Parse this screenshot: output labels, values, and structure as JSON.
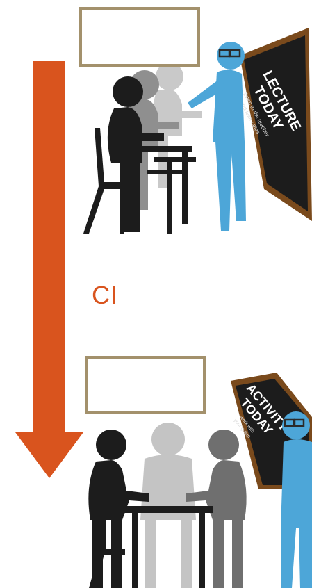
{
  "diagram": {
    "arrow_label": "CI",
    "arrow_color": "#d9541e",
    "box_border_color": "#a3916c",
    "teacher_color": "#4da6d8",
    "board_color": "#1c1c1c",
    "board_frame_color": "#7a4a1c",
    "top_scene": {
      "board_line1": "LECTURE",
      "board_line2": "TODAY",
      "board_small1": "listen to the teacher",
      "board_small2": "and take notes"
    },
    "bottom_scene": {
      "board_line1": "ACTIVITY",
      "board_line2": "TODAY",
      "board_small1": "work with",
      "board_small2": "your group"
    }
  }
}
